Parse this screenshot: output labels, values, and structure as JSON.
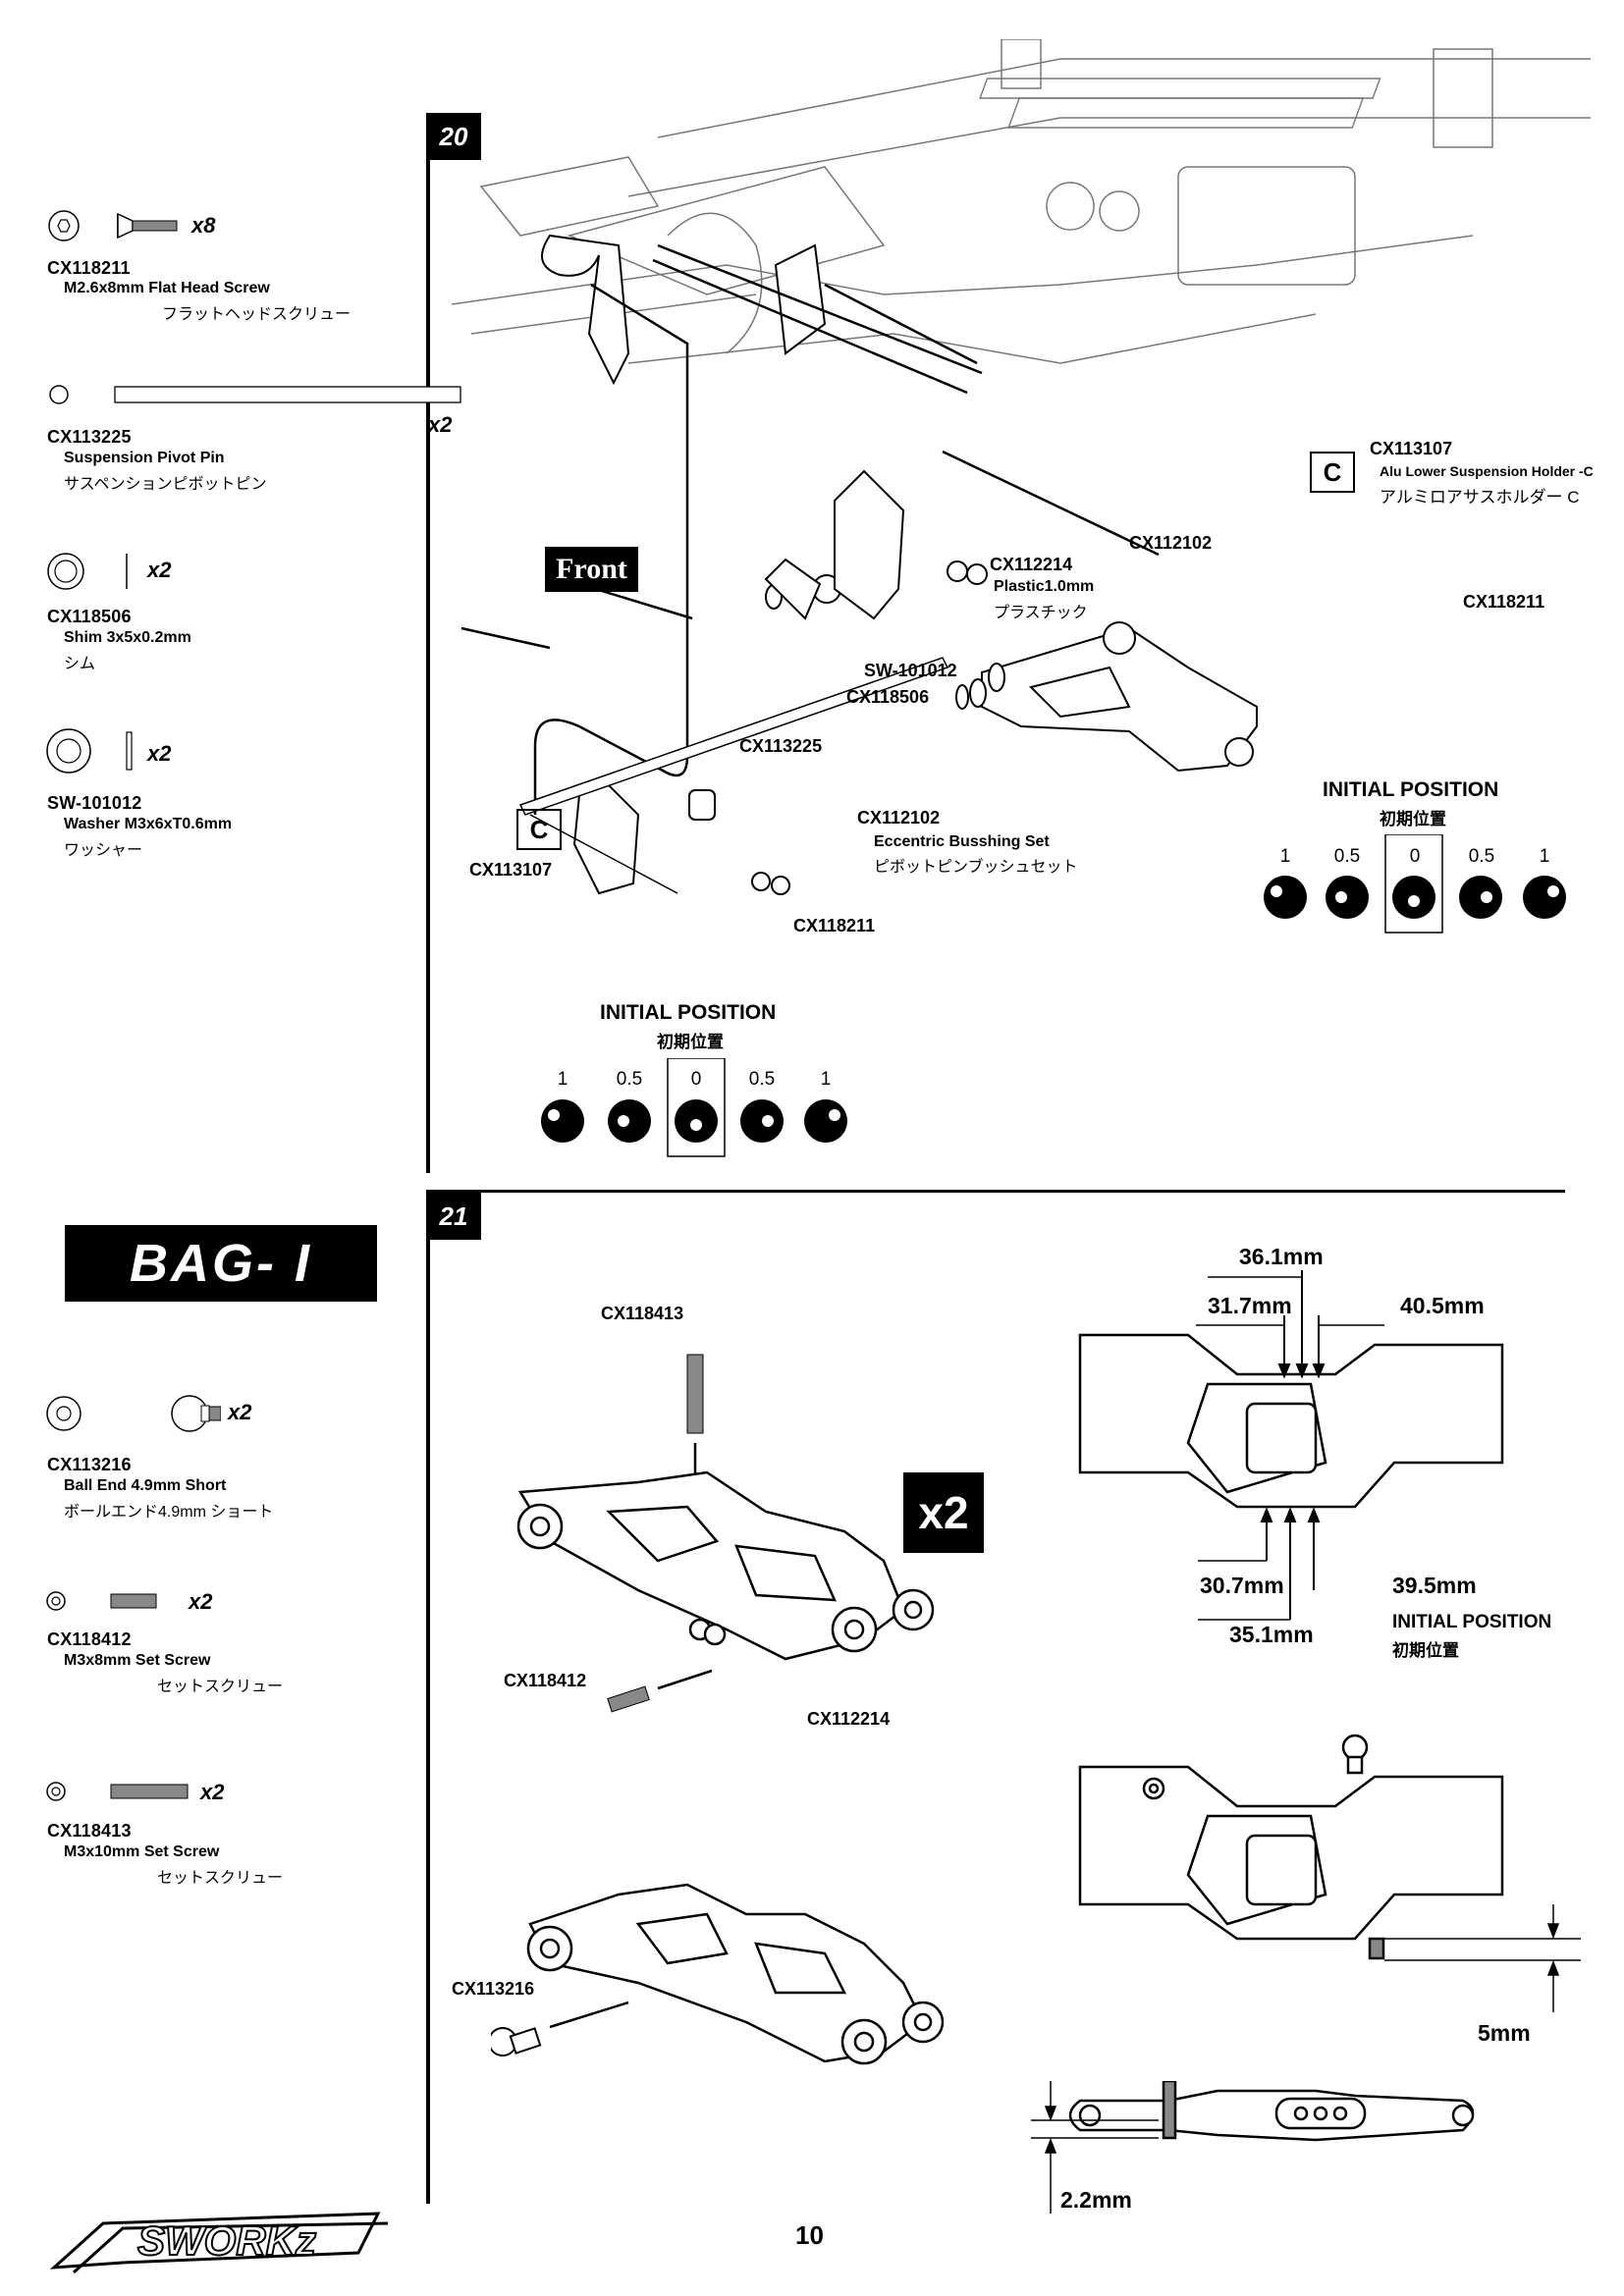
{
  "page_number": "10",
  "brand_logo_text": "SWORKz",
  "bag_label": "BAG- I",
  "step20": {
    "number": "20",
    "front_label": "Front",
    "callouts": {
      "holder_top_pn": "CX113107",
      "holder_top_en": "Alu Lower Suspension Holder -C",
      "holder_top_jp": "アルミロアサスホルダー C",
      "screw_right": "CX118211",
      "bushing_top": "CX112102",
      "plastic_pn": "CX112214",
      "plastic_en": "Plastic1.0mm",
      "plastic_jp": "プラスチック",
      "washer_pn": "SW-101012",
      "shim_pn": "CX118506",
      "pin_pn": "CX113225",
      "bushing_bottom_pn": "CX112102",
      "bushing_bottom_en": "Eccentric Busshing Set",
      "bushing_bottom_jp": "ピボットピンブッシュセット",
      "holder_bottom_pn": "CX113107",
      "screw_bottom": "CX118211",
      "holder_mark": "C"
    },
    "initial_position": {
      "title": "INITIAL POSITION",
      "title_jp": "初期位置",
      "values": [
        "1",
        "0.5",
        "0",
        "0.5",
        "1"
      ]
    }
  },
  "step21": {
    "number": "21",
    "multiplier": "x2",
    "callouts": {
      "setscrew_long": "CX118413",
      "setscrew_short": "CX118412",
      "arm": "CX112214",
      "ballend": "CX113216"
    },
    "dimensions": {
      "d361": "36.1mm",
      "d317": "31.7mm",
      "d405": "40.5mm",
      "d307": "30.7mm",
      "d395": "39.5mm",
      "d351": "35.1mm",
      "d5": "5mm",
      "d22": "2.2mm"
    },
    "initial_position": {
      "title": "INITIAL POSITION",
      "title_jp": "初期位置"
    }
  },
  "parts": [
    {
      "pn": "CX118211",
      "en": "M2.6x8mm Flat Head Screw",
      "jp": "フラットヘッドスクリュー",
      "qty": "x8"
    },
    {
      "pn": "CX113225",
      "en": "Suspension Pivot Pin",
      "jp": "サスペンションピボットピン",
      "qty": "x2"
    },
    {
      "pn": "CX118506",
      "en": "Shim 3x5x0.2mm",
      "jp": "シム",
      "qty": "x2"
    },
    {
      "pn": "SW-101012",
      "en": "Washer M3x6xT0.6mm",
      "jp": "ワッシャー",
      "qty": "x2"
    },
    {
      "pn": "CX113216",
      "en": "Ball End 4.9mm Short",
      "jp": "ボールエンド4.9mm ショート",
      "qty": "x2"
    },
    {
      "pn": "CX118412",
      "en": "M3x8mm  Set Screw",
      "jp": "セットスクリュー",
      "qty": "x2"
    },
    {
      "pn": "CX118413",
      "en": "M3x10mm Set Screw",
      "jp": "セットスクリュー",
      "qty": "x2"
    }
  ]
}
